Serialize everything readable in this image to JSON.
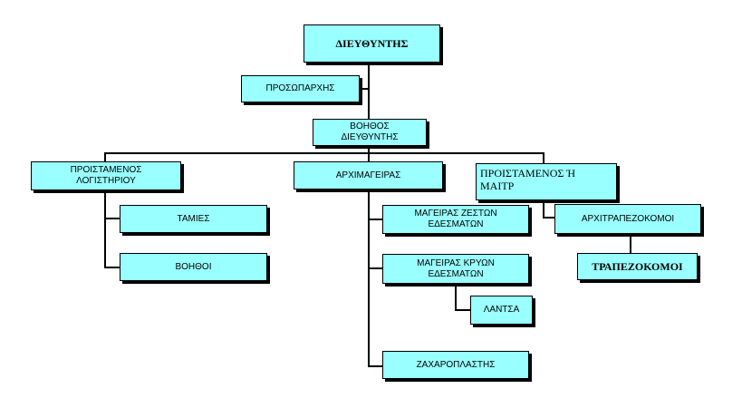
{
  "colors": {
    "box_fill": "#99ffff",
    "box_border": "#000000",
    "connector": "#000000"
  },
  "org_chart": {
    "director": "ΔΙΕΥΘΥΝΤΗΣ",
    "personnel_manager": "ΠΡΟΣΩΠΑΡΧΗΣ",
    "assistant_director": "ΒΟΗΘΟΣ\nΔΙΕΥΘΥΝΤΗΣ",
    "accounting_head": "ΠΡΟΙΣΤΑΜΕΝΟΣ\nΛΟΓΙΣΤΗΡΙΟΥ",
    "cashiers": "ΤΑΜΙΕΣ",
    "assistants": "ΒΟΗΘΟΙ",
    "head_chef": "ΑΡΧΙΜΑΓΕΙΡΑΣ",
    "hot_food_cook": "ΜΑΓΕΙΡΑΣ ΖΕΣΤΩΝ\nΕΔΕΣΜΑΤΩΝ",
    "cold_food_cook": "ΜΑΓΕΙΡΑΣ ΚΡΥΩΝ\nΕΔΕΣΜΑΤΩΝ",
    "kitchen_helper": "ΛΑΝΤΣΑ",
    "pastry_chef": "ΖΑΧΑΡΟΠΛΑΣΤΗΣ",
    "dining_head": "ΠΡΟΙΣΤΑΜΕΝΟΣ Ή\nΜΑΙΤΡ",
    "head_waiters": "ΑΡΧΙΤΡΑΠΕΖΟΚΟΜΟΙ",
    "waiters": "ΤΡΑΠΕΖΟΚΟΜΟΙ"
  }
}
